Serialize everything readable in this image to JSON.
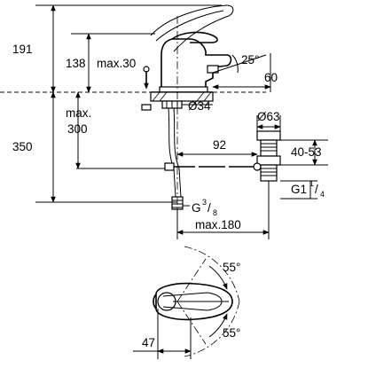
{
  "drawing": {
    "labels": {
      "height_top": "191",
      "height_spout": "138",
      "max_30": "max.30",
      "angle_25": "25°",
      "projection_60": "60",
      "max_word": "max.",
      "max_300": "300",
      "diameter_34": "Ø34",
      "height_total": "350",
      "diameter_63": "Ø63",
      "offset_92": "92",
      "range_40_53": "40-53",
      "thread_g1_main": "G1",
      "thread_g1_num": "1",
      "thread_g1_den": "4",
      "thread_g38_main": "G",
      "thread_g38_num": "3",
      "thread_g38_den": "8",
      "max_180": "max.180",
      "angle_55_top": "55°",
      "angle_55_bottom": "55°",
      "width_47": "47"
    }
  }
}
